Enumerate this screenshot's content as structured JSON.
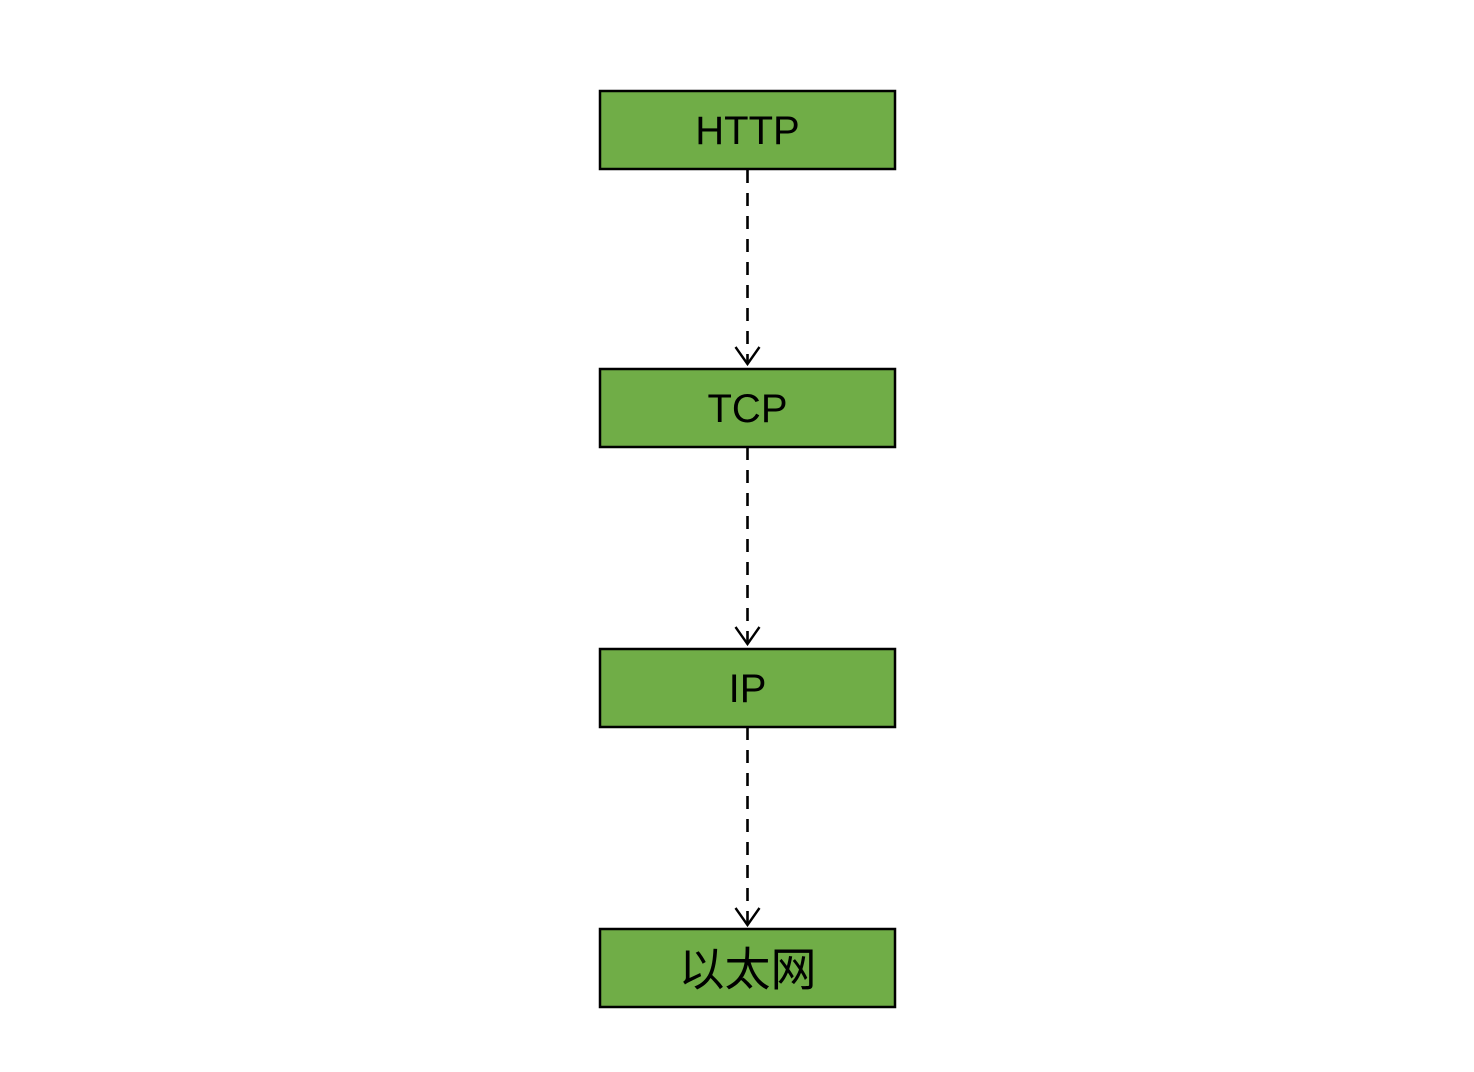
{
  "diagram": {
    "type": "protocol-stack-flow",
    "background": "#ffffff",
    "colors": {
      "node_fill": "#70ad47",
      "node_border": "#000000",
      "arrow": "#000000",
      "text": "#000000"
    },
    "nodes": [
      {
        "id": "http",
        "label": "HTTP"
      },
      {
        "id": "tcp",
        "label": "TCP"
      },
      {
        "id": "ip",
        "label": "IP"
      },
      {
        "id": "ethernet",
        "label": "以太网"
      }
    ],
    "arrows": [
      {
        "from": "http",
        "to": "tcp",
        "style": "dashed",
        "head": "open-v"
      },
      {
        "from": "tcp",
        "to": "ip",
        "style": "dashed",
        "head": "open-v"
      },
      {
        "from": "ip",
        "to": "ethernet",
        "style": "dashed",
        "head": "open-v"
      }
    ]
  }
}
